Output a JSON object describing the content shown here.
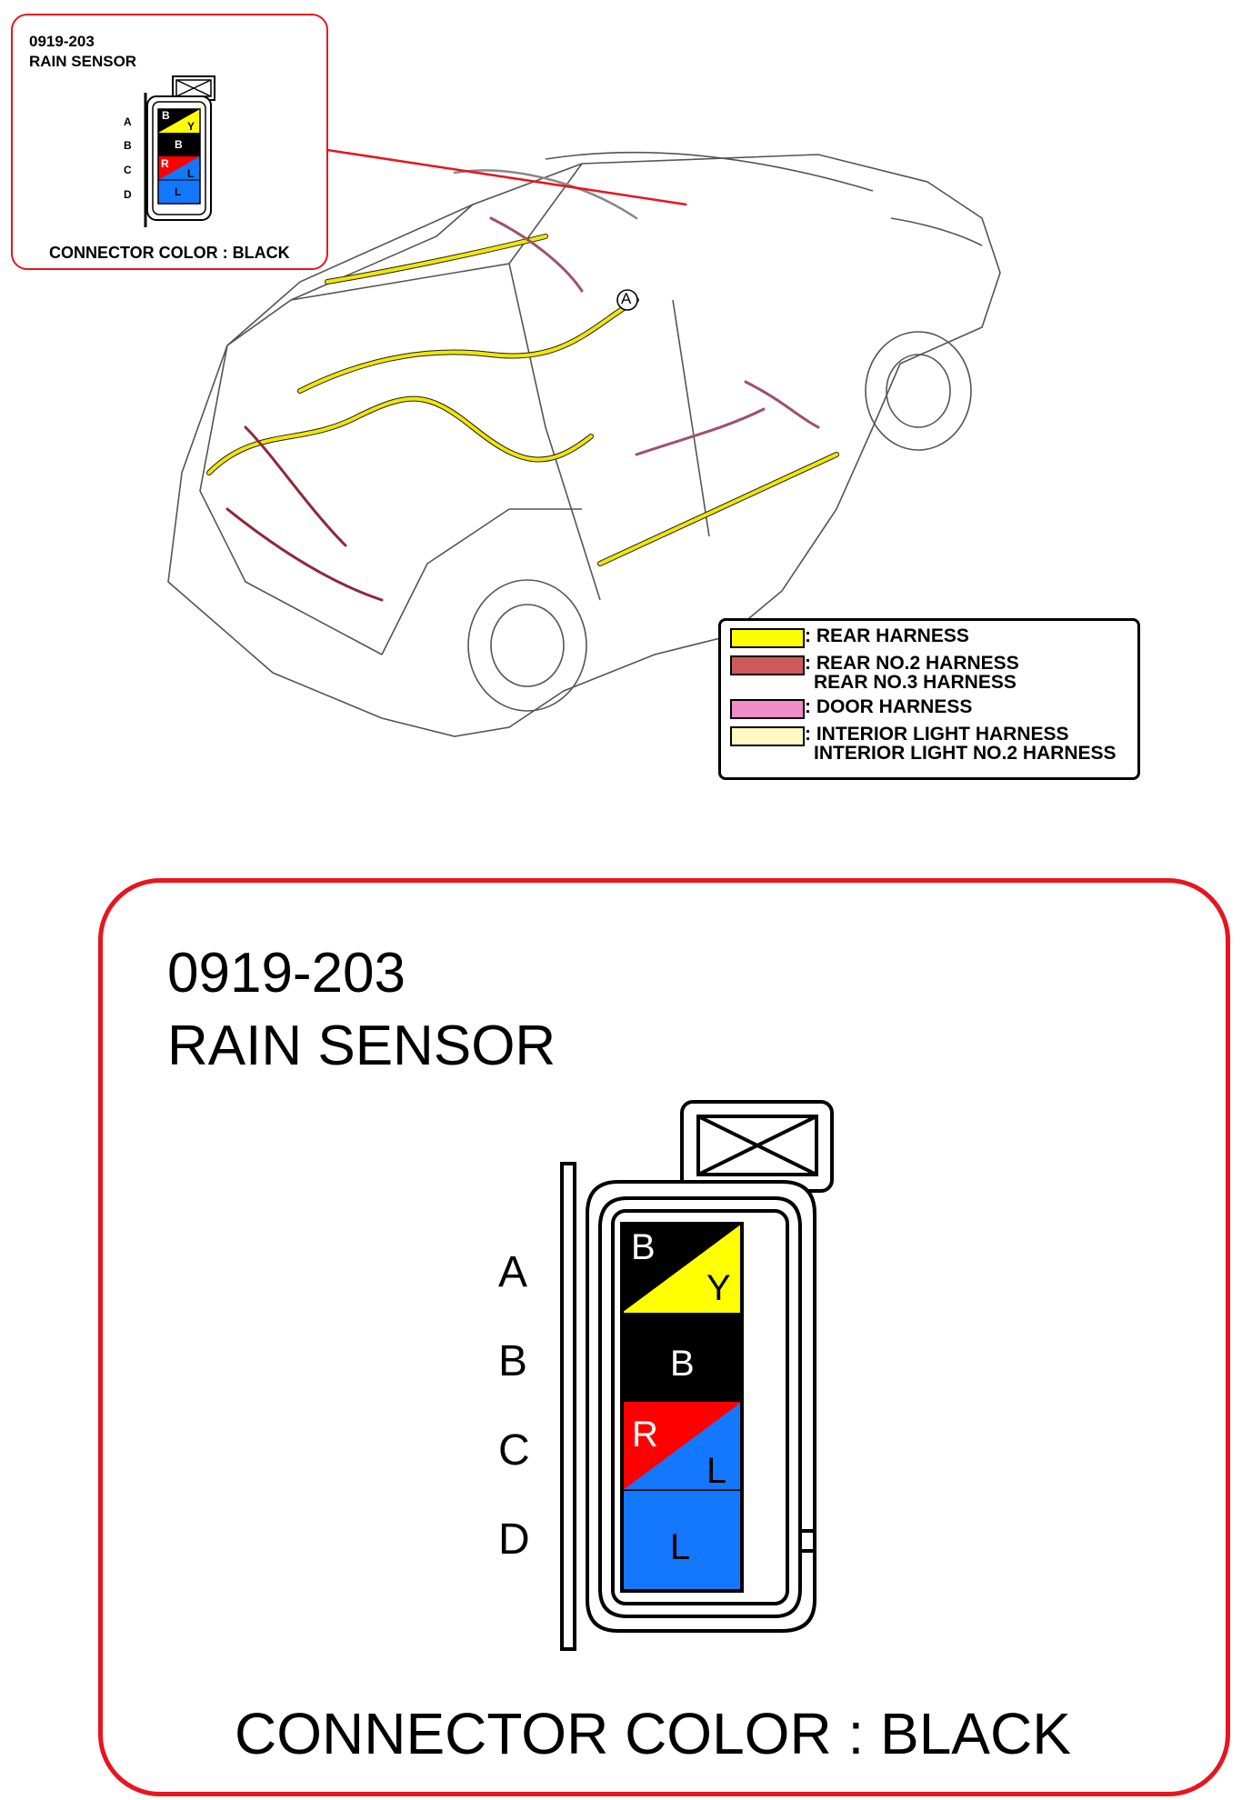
{
  "connector": {
    "code": "0919-203",
    "name": "RAIN SENSOR",
    "color_label": "CONNECTOR COLOR : BLACK",
    "pins": [
      {
        "pin": "A",
        "wire": [
          "B",
          "Y"
        ]
      },
      {
        "pin": "B",
        "wire": [
          "B"
        ]
      },
      {
        "pin": "C",
        "wire": [
          "R",
          "L"
        ]
      },
      {
        "pin": "D",
        "wire": [
          "L"
        ]
      }
    ]
  },
  "location_marker": "A",
  "legend": [
    {
      "color": "#ffff00",
      "lines": [
        ": REAR HARNESS"
      ]
    },
    {
      "color": "#cc5a5a",
      "lines": [
        ": REAR NO.2 HARNESS",
        "REAR NO.3 HARNESS"
      ]
    },
    {
      "color": "#f08cc8",
      "lines": [
        ": DOOR HARNESS"
      ]
    },
    {
      "color": "#fff8c0",
      "lines": [
        ": INTERIOR LIGHT HARNESS",
        "INTERIOR LIGHT NO.2 HARNESS"
      ]
    }
  ],
  "colors": {
    "callout_border": "#e8141e",
    "wire_black": "#000000",
    "wire_yellow": "#ffff00",
    "wire_red": "#ff0000",
    "wire_blue": "#1478ff"
  }
}
